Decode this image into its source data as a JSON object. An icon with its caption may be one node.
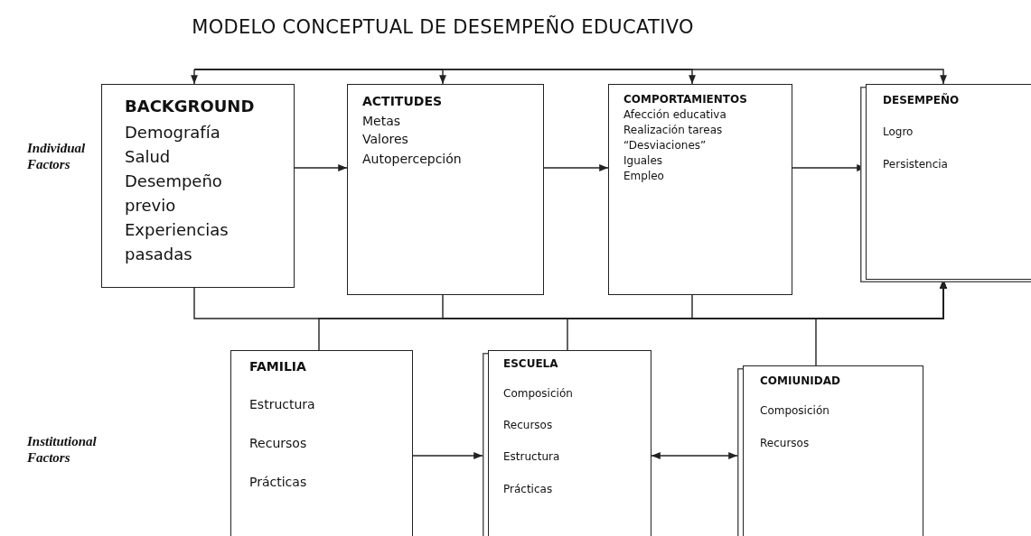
{
  "diagram": {
    "title": "MODELO CONCEPTUAL DE DESEMPEÑO EDUCATIVO",
    "nodes": [
      {
        "text": [
          "BACKGROUND",
          "Demografía",
          "Salud",
          "Desempeño previo",
          "Experiencias pasadas"
        ]
      },
      {
        "text": [
          "ACTITUDES",
          "Metas",
          "Valores",
          "Autopercepción"
        ]
      },
      {
        "text": [
          "COMPORTAMIENTOS",
          "Afección educativa",
          "Realización tareas",
          "“Desviaciones”",
          "Iguales",
          "Empleo"
        ]
      },
      {
        "text": [
          "DESEMPEÑO",
          "Logro",
          "Persistencia"
        ]
      },
      {
        "text": [
          "FAMILIA",
          "Estructura",
          "Recursos",
          "Prácticas"
        ]
      },
      {
        "text": [
          "ESCUELA",
          "Composición",
          "Recursos",
          "Estructura",
          "Prácticas"
        ]
      },
      {
        "text": [
          "COMIUNIDAD",
          "Composición",
          "Recursos"
        ]
      }
    ],
    "edges": [
      {
        "from": 0,
        "to": 1,
        "arrow": "to"
      },
      {
        "from": 1,
        "to": 2,
        "arrow": "to"
      },
      {
        "from": 2,
        "to": 3,
        "arrow": "to"
      },
      {
        "from": 0,
        "to": 3,
        "arrow": "to"
      },
      {
        "from": 1,
        "to": 3,
        "arrow": "to"
      },
      {
        "from": 2,
        "to": 3,
        "arrow": "to"
      },
      {
        "from": 4,
        "to": 3,
        "arrow": "to"
      },
      {
        "from": 5,
        "to": 3,
        "arrow": "to"
      },
      {
        "from": 6,
        "to": 3,
        "arrow": "to"
      },
      {
        "from": 4,
        "to": 5,
        "arrow": "to"
      },
      {
        "from": 5,
        "to": 6,
        "arrow": "both"
      },
      {
        "from": null,
        "to": 0,
        "arrow": "to"
      },
      {
        "from": null,
        "to": 1,
        "arrow": "to"
      },
      {
        "from": null,
        "to": 2,
        "arrow": "to"
      },
      {
        "from": null,
        "to": 3,
        "arrow": "to"
      }
    ],
    "labels": [
      "Individual Factors",
      "Institutional Factors"
    ]
  }
}
